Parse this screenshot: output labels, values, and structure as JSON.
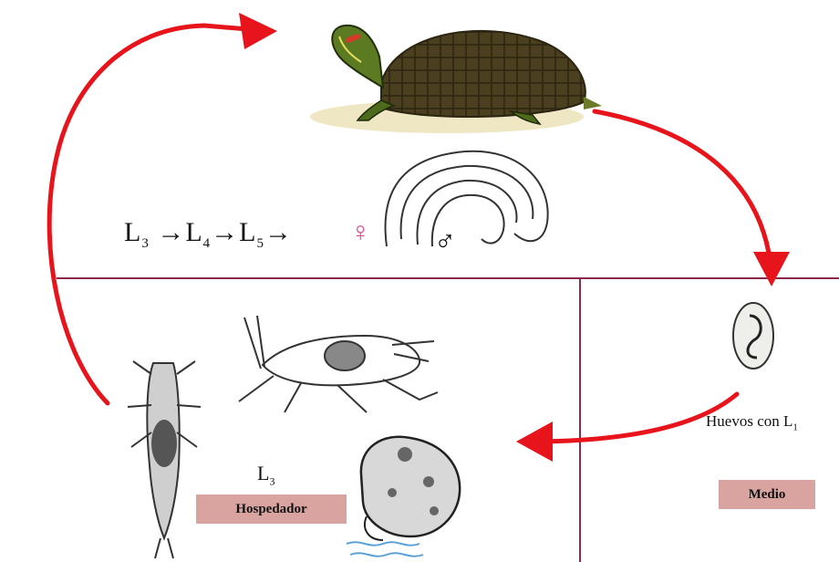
{
  "diagram": {
    "formula": {
      "l3": "L",
      "l3_sub": "3",
      "arrow": "→",
      "l4": "L",
      "l4_sub": "4",
      "l5": "L",
      "l5_sub": "5"
    },
    "female_symbol": "♀",
    "male_symbol": "♂",
    "eggs_label": "Huevos con L",
    "eggs_label_sub": "1",
    "larva_label": "L",
    "larva_label_sub": "3",
    "host_box_label": "Hospedador",
    "environment_box_label": "Medio",
    "colors": {
      "cycle_arrow": "#e8141b",
      "divider_lines": "#8c2a4e",
      "label_box_fill": "#d9a3a0",
      "female_symbol": "#e0468c"
    },
    "icons": [
      "turtle-icon",
      "adult-nematode-icon",
      "egg-icon",
      "cricket-icon",
      "earwig-icon",
      "frog-icon"
    ]
  }
}
